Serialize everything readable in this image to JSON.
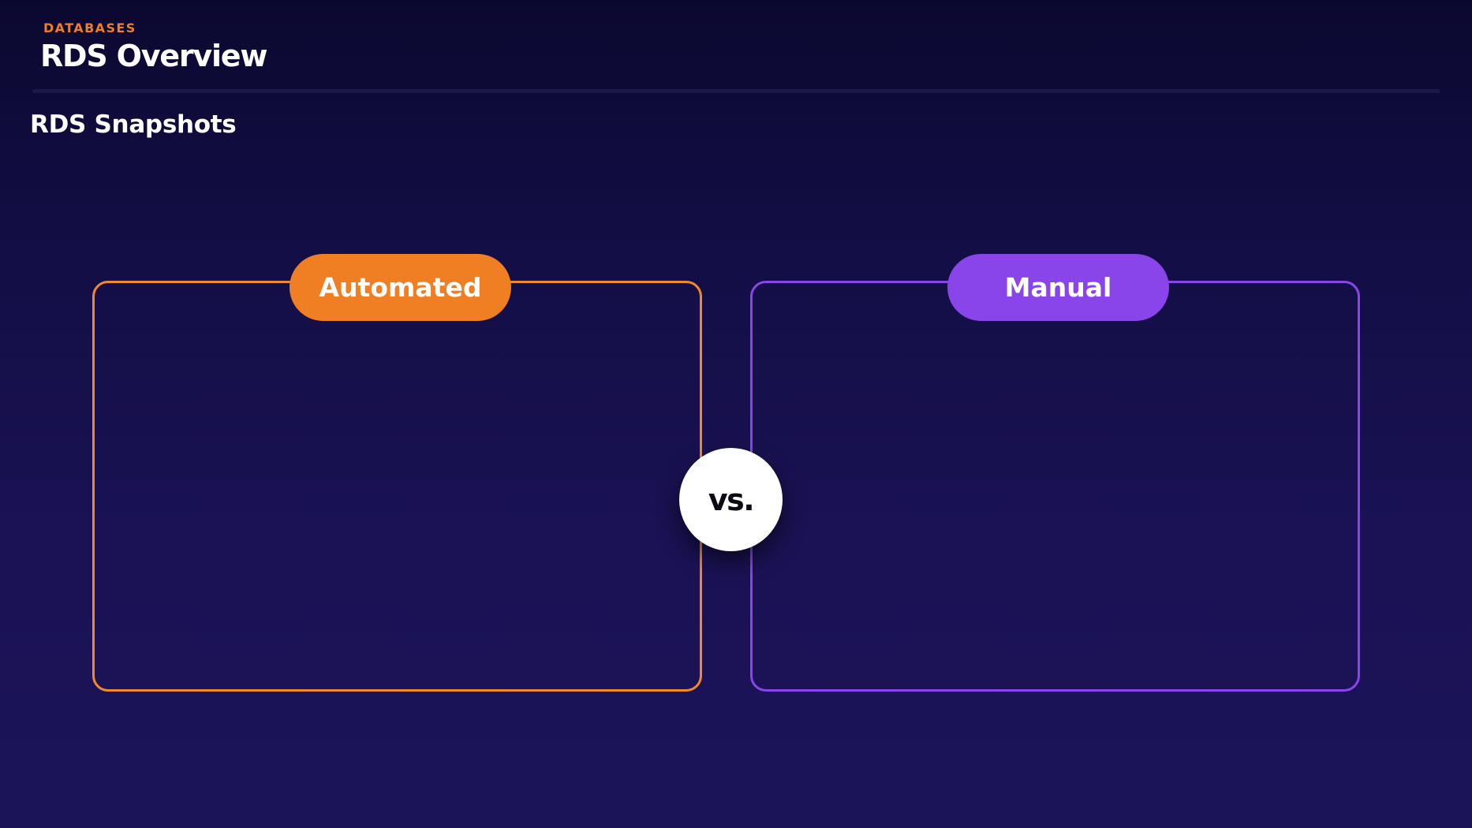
{
  "header": {
    "eyebrow": "DATABASES",
    "title": "RDS Overview"
  },
  "section": {
    "title": "RDS Snapshots"
  },
  "comparison": {
    "left": {
      "label": "Automated",
      "color": "#f07e22"
    },
    "right": {
      "label": "Manual",
      "color": "#8a45ea"
    },
    "separator": "vs."
  }
}
